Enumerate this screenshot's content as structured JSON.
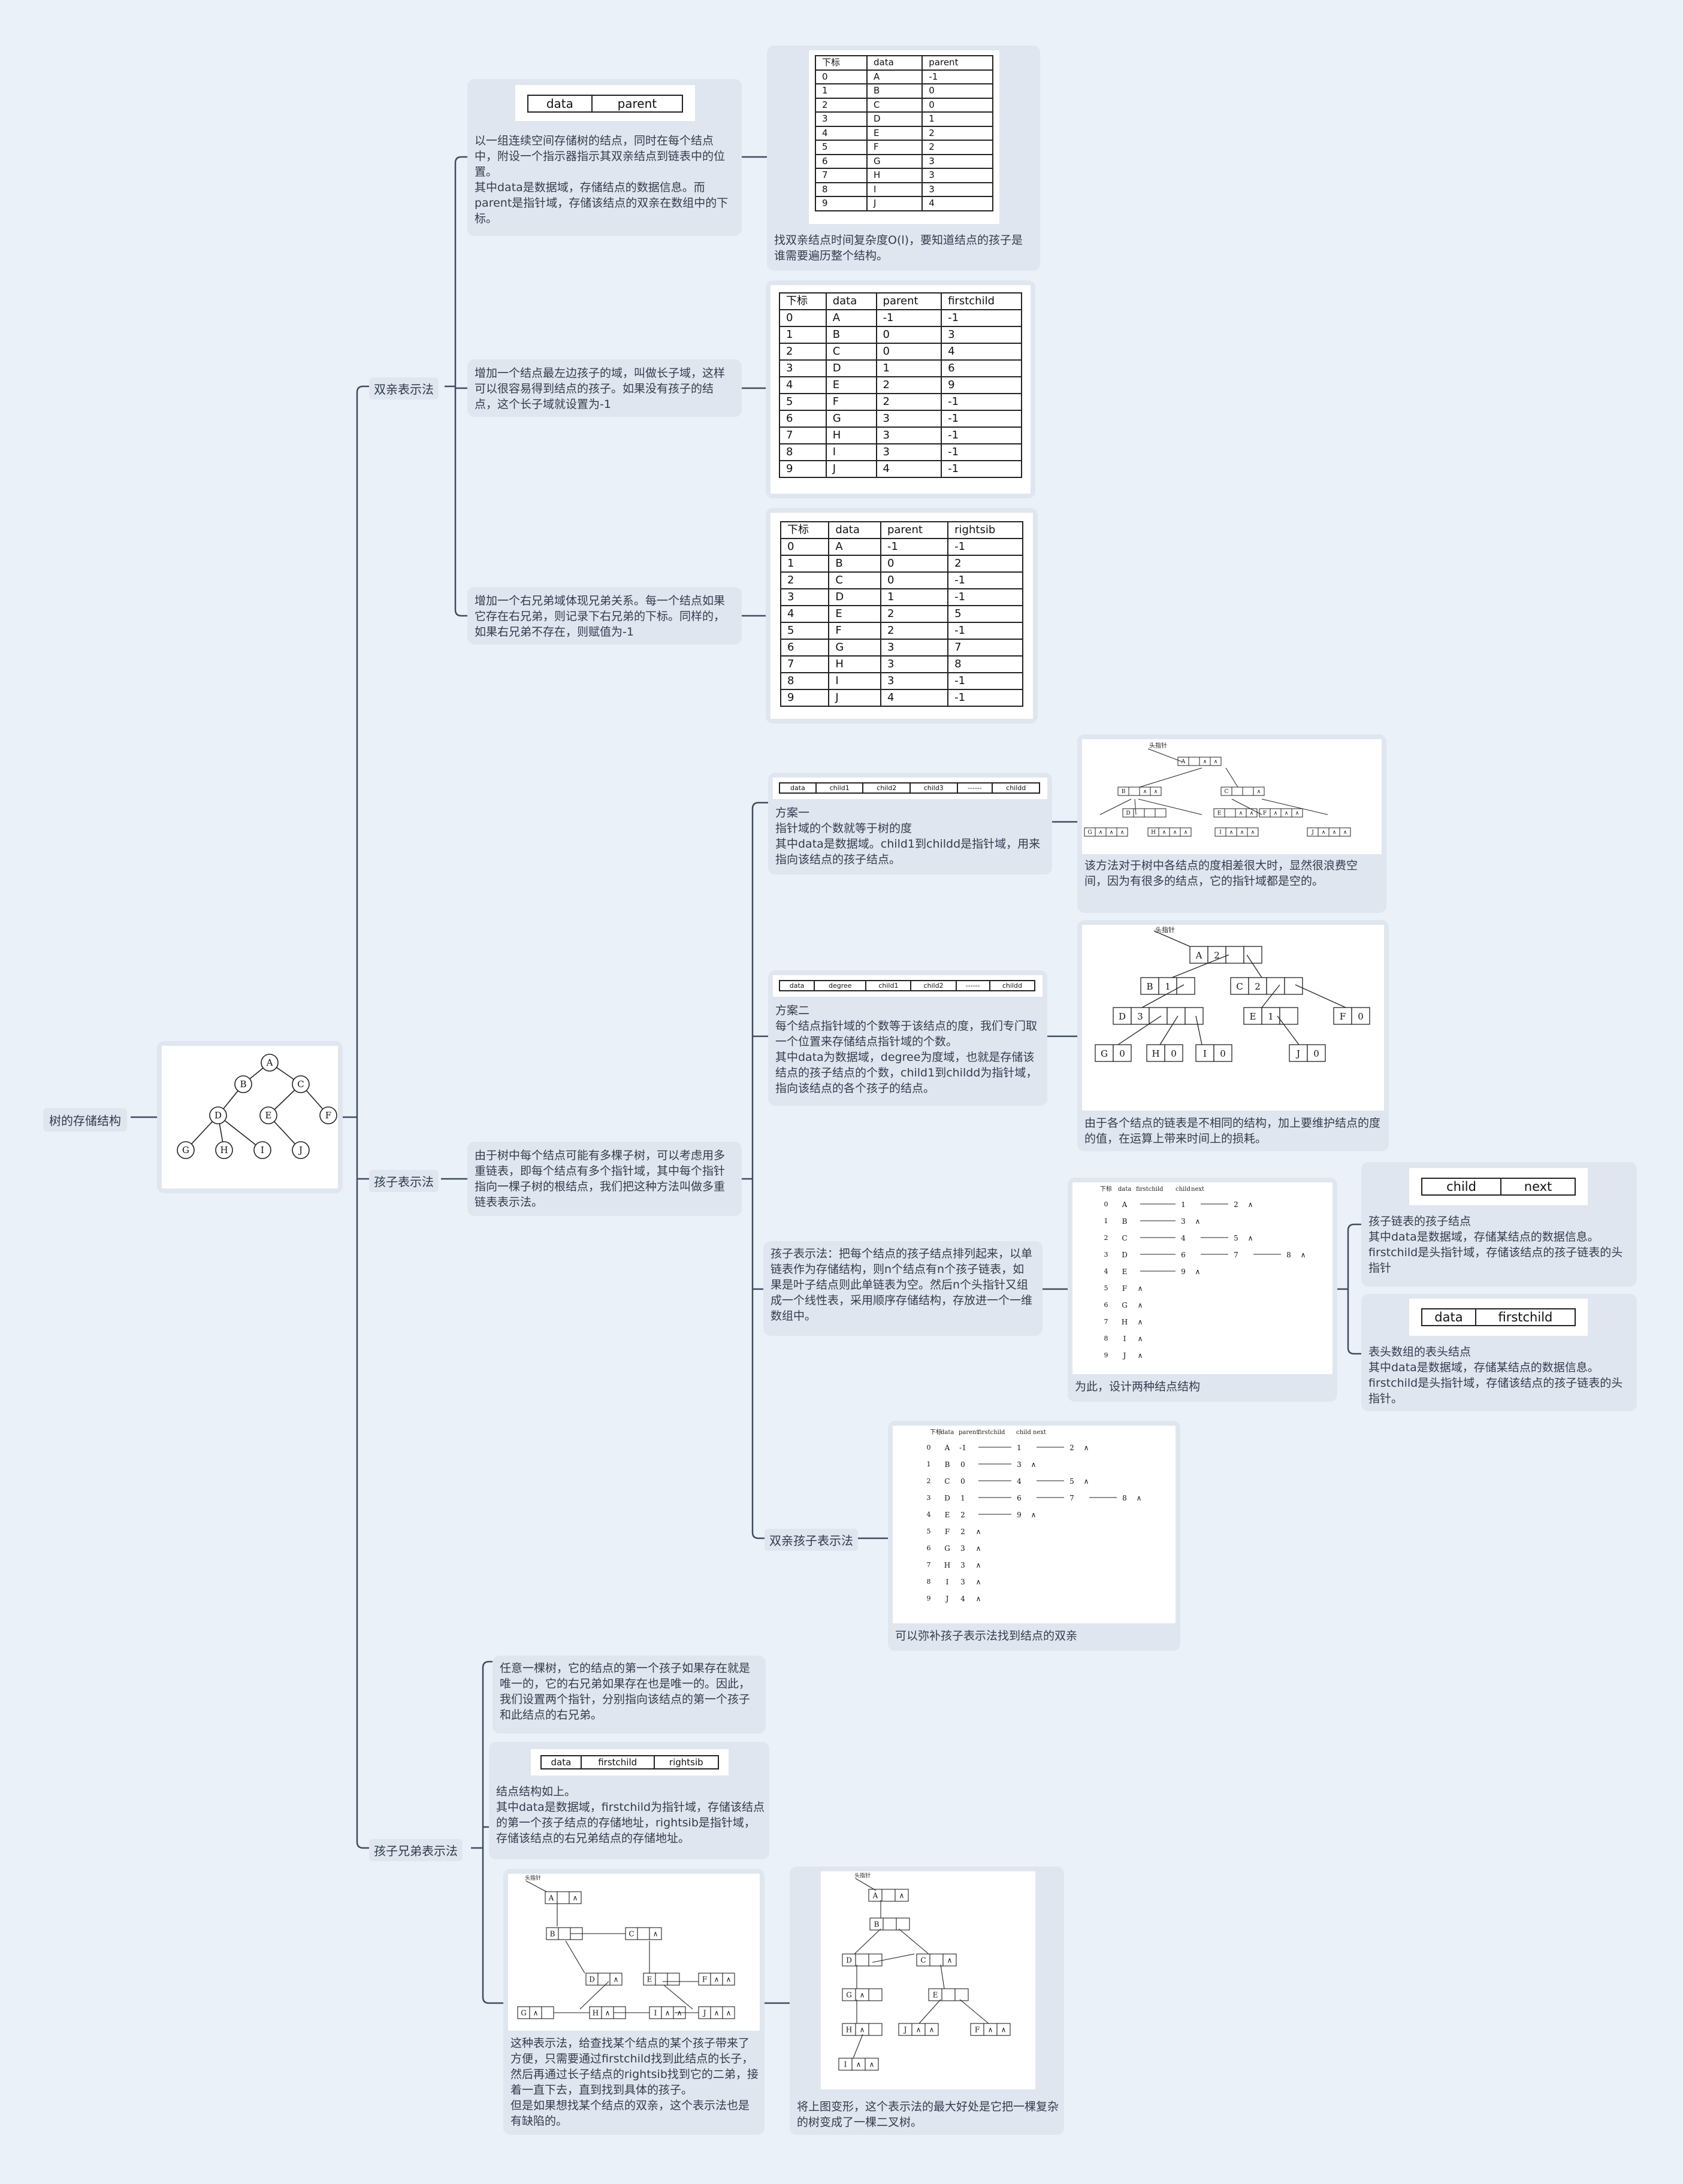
{
  "root": "树的存储结构",
  "example_tree": {
    "nodes": [
      "A",
      "B",
      "C",
      "D",
      "E",
      "F",
      "G",
      "H",
      "I",
      "J"
    ]
  },
  "branches": {
    "parent": "双亲表示法",
    "child": "孩子表示法",
    "sibling": "孩子兄弟表示法"
  },
  "parent_method": {
    "fields": [
      "data",
      "parent"
    ],
    "desc": "以一组连续空间存储树的结点，同时在每个结点中，附设一个指示器指示其双亲结点到链表中的位置。\n其中data是数据域，存储结点的数据信息。而parent是指针域，存储该结点的双亲在数组中的下标。",
    "table1": {
      "headers": [
        "下标",
        "data",
        "parent"
      ],
      "rows": [
        [
          "0",
          "A",
          "-1"
        ],
        [
          "1",
          "B",
          "0"
        ],
        [
          "2",
          "C",
          "0"
        ],
        [
          "3",
          "D",
          "1"
        ],
        [
          "4",
          "E",
          "2"
        ],
        [
          "5",
          "F",
          "2"
        ],
        [
          "6",
          "G",
          "3"
        ],
        [
          "7",
          "H",
          "3"
        ],
        [
          "8",
          "I",
          "3"
        ],
        [
          "9",
          "J",
          "4"
        ]
      ]
    },
    "table1_note": "找双亲结点时间复杂度O(l)，要知道结点的孩子是谁需要遍历整个结构。",
    "desc2": "增加一个结点最左边孩子的域，叫做长子域，这样可以很容易得到结点的孩子。如果没有孩子的结点，这个长子域就设置为-1",
    "table2": {
      "headers": [
        "下标",
        "data",
        "parent",
        "firstchild"
      ],
      "rows": [
        [
          "0",
          "A",
          "-1",
          "-1"
        ],
        [
          "1",
          "B",
          "0",
          "3"
        ],
        [
          "2",
          "C",
          "0",
          "4"
        ],
        [
          "3",
          "D",
          "1",
          "6"
        ],
        [
          "4",
          "E",
          "2",
          "9"
        ],
        [
          "5",
          "F",
          "2",
          "-1"
        ],
        [
          "6",
          "G",
          "3",
          "-1"
        ],
        [
          "7",
          "H",
          "3",
          "-1"
        ],
        [
          "8",
          "I",
          "3",
          "-1"
        ],
        [
          "9",
          "J",
          "4",
          "-1"
        ]
      ]
    },
    "desc3": "增加一个右兄弟域体现兄弟关系。每一个结点如果它存在右兄弟，则记录下右兄弟的下标。同样的，如果右兄弟不存在，则赋值为-1",
    "table3": {
      "headers": [
        "下标",
        "data",
        "parent",
        "rightsib"
      ],
      "rows": [
        [
          "0",
          "A",
          "-1",
          "-1"
        ],
        [
          "1",
          "B",
          "0",
          "2"
        ],
        [
          "2",
          "C",
          "0",
          "-1"
        ],
        [
          "3",
          "D",
          "1",
          "-1"
        ],
        [
          "4",
          "E",
          "2",
          "5"
        ],
        [
          "5",
          "F",
          "2",
          "-1"
        ],
        [
          "6",
          "G",
          "3",
          "7"
        ],
        [
          "7",
          "H",
          "3",
          "8"
        ],
        [
          "8",
          "I",
          "3",
          "-1"
        ],
        [
          "9",
          "J",
          "4",
          "-1"
        ]
      ]
    }
  },
  "child_method": {
    "desc": "由于树中每个结点可能有多棵子树，可以考虑用多重链表，即每个结点有多个指针域，其中每个指针指向一棵子树的根结点，我们把这种方法叫做多重链表表示法。",
    "plan1_fields": [
      "data",
      "child1",
      "child2",
      "child3",
      "------",
      "childd"
    ],
    "plan1_desc": "方案一\n指针域的个数就等于树的度\n其中data是数据域。child1到childd是指针域，用来指向该结点的孩子结点。",
    "plan1_note": "该方法对于树中各结点的度相差很大时，显然很浪费空间，因为有很多的结点，它的指针域都是空的。",
    "plan2_fields": [
      "data",
      "degree",
      "child1",
      "child2",
      "------",
      "childd"
    ],
    "plan2_desc": "方案二\n每个结点指针域的个数等于该结点的度，我们专门取一个位置来存储结点指针域的个数。\n其中data为数据域，degree为度域，也就是存储该结点的孩子结点的个数，child1到childd为指针域，指向该结点的各个孩子的结点。",
    "plan2_note": "由于各个结点的链表是不相同的结构，加上要维护结点的度的值，在运算上带来时间上的损耗。",
    "childrep_desc": "孩子表示法：把每个结点的孩子结点排列起来，以单链表作为存储结构，则n个结点有n个孩子链表，如果是叶子结点则此单链表为空。然后n个头指针又组成一个线性表，采用顺序存储结构，存放进一个一维数组中。",
    "childrep_note": "为此，设计两种结点结构",
    "child_node_fields": [
      "child",
      "next"
    ],
    "child_node_desc": "孩子链表的孩子结点\n其中data是数据域，存储某结点的数据信息。\nfirstchild是头指针域，存储该结点的孩子链表的头指针",
    "head_node_fields": [
      "data",
      "firstchild"
    ],
    "head_node_desc": "表头数组的表头结点\n其中data是数据域，存储某结点的数据信息。\nfirstchild是头指针域，存储该结点的孩子链表的头指针。",
    "parentchild_label": "双亲孩子表示法",
    "parentchild_note": "可以弥补孩子表示法找到结点的双亲"
  },
  "sibling_method": {
    "desc": "任意一棵树，它的结点的第一个孩子如果存在就是唯一的，它的右兄弟如果存在也是唯一的。因此，我们设置两个指针，分别指向该结点的第一个孩子和此结点的右兄弟。",
    "fields": [
      "data",
      "firstchild",
      "rightsib"
    ],
    "fields_desc": "结点结构如上。\n其中data是数据域，firstchild为指针域，存储该结点的第一个孩子结点的存储地址，rightsib是指针域，存储该结点的右兄弟结点的存储地址。",
    "img_desc": "这种表示法，给查找某个结点的某个孩子带来了方便，只需要通过firstchild找到此结点的长子，然后再通过长子结点的rightsib找到它的二弟，接着一直下去，直到找到具体的孩子。\n但是如果想找某个结点的双亲，这个表示法也是有缺陷的。",
    "binary_note": "将上图变形，这个表示法的最大好处是它把一棵复杂的树变成了一棵二叉树。"
  },
  "diagram_labels": {
    "head_pointer": "头指针",
    "index": "下标",
    "null": "∧",
    "col_data": "data",
    "col_firstchild": "firstchild",
    "col_parent": "parent",
    "col_child": "child",
    "col_next": "next"
  }
}
